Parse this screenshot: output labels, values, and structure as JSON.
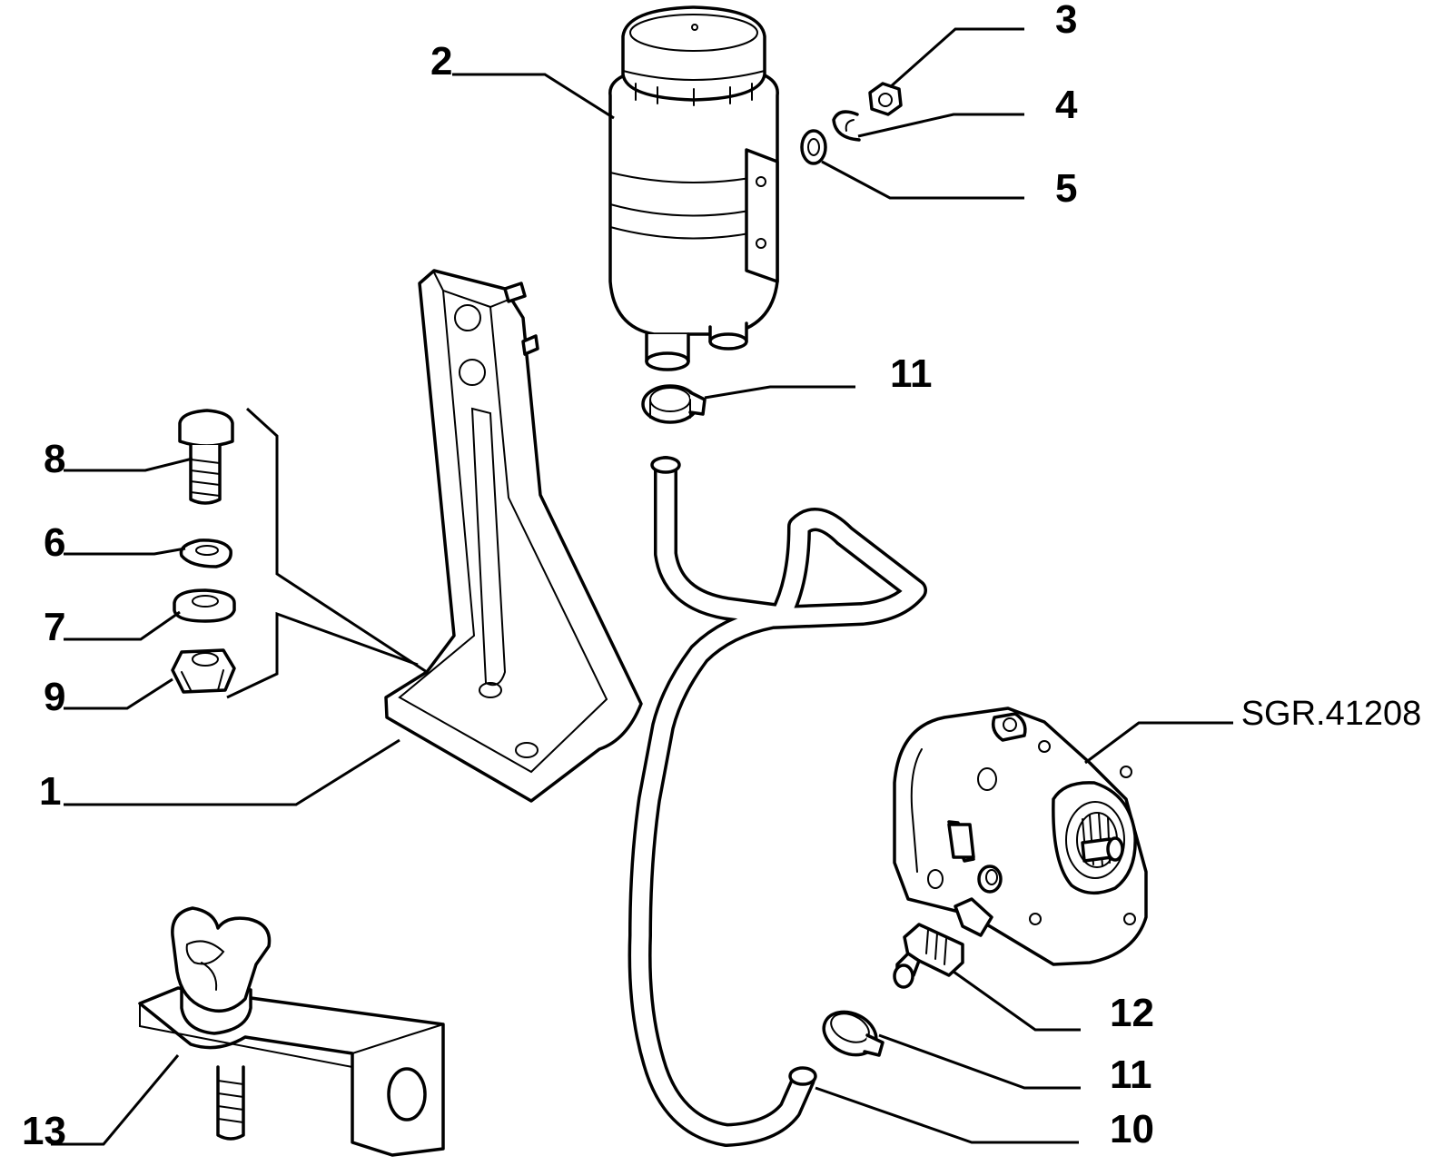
{
  "drawing_ref": "SGR.41208",
  "callouts": [
    {
      "id": "c1",
      "num": "1"
    },
    {
      "id": "c2",
      "num": "2"
    },
    {
      "id": "c3",
      "num": "3"
    },
    {
      "id": "c4",
      "num": "4"
    },
    {
      "id": "c5",
      "num": "5"
    },
    {
      "id": "c6",
      "num": "6"
    },
    {
      "id": "c7",
      "num": "7"
    },
    {
      "id": "c8",
      "num": "8"
    },
    {
      "id": "c9",
      "num": "9"
    },
    {
      "id": "c10",
      "num": "10"
    },
    {
      "id": "c11a",
      "num": "11"
    },
    {
      "id": "c11b",
      "num": "11"
    },
    {
      "id": "c12",
      "num": "12"
    },
    {
      "id": "c13",
      "num": "13"
    }
  ]
}
